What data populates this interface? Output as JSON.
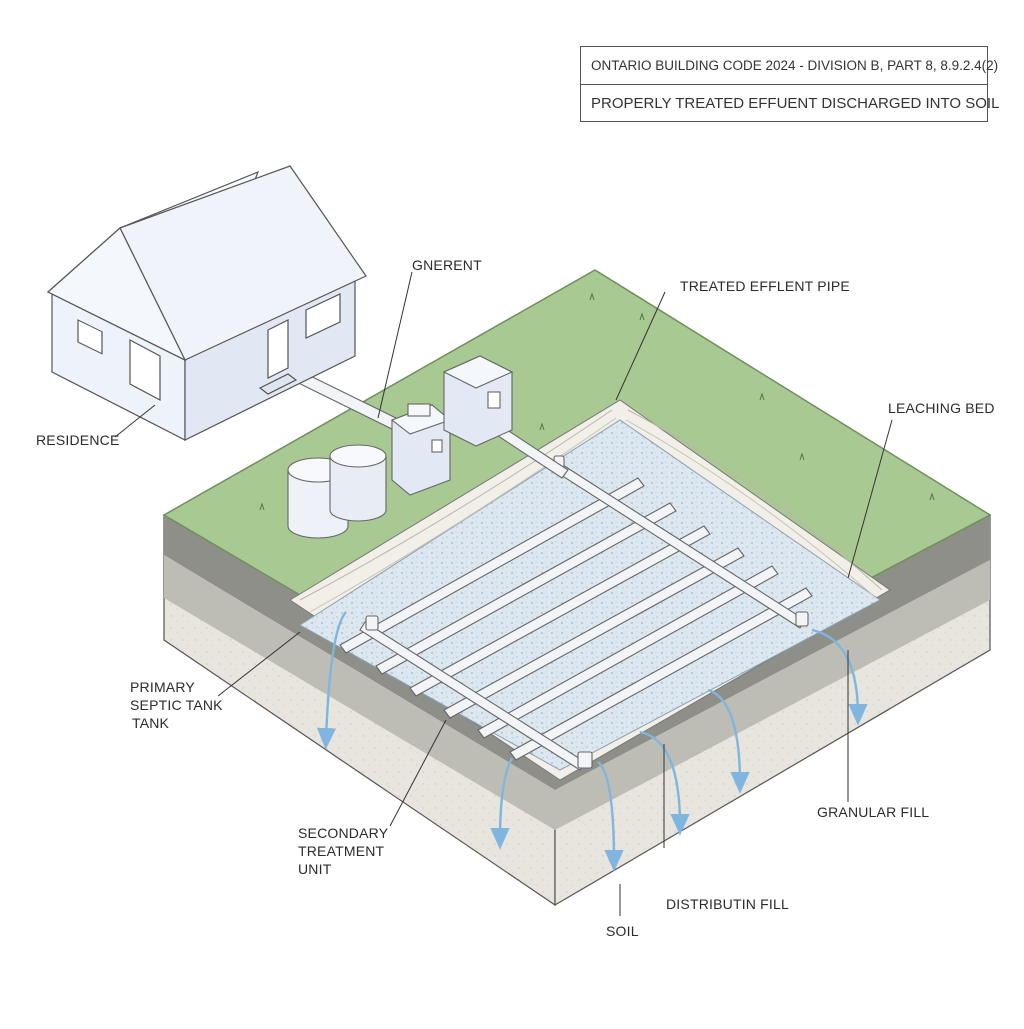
{
  "code_box": {
    "line1": "ONTARIO BUILDING CODE 2024 - DIVISION B, PART 8, 8.9.2.4(2)",
    "line2": "PROPERLY TREATED EFFUENT DISCHARGED INTO SOIL"
  },
  "labels": {
    "residence": "RESIDENCE",
    "gnerent": "GNERENT",
    "treated_pipe": "TREATED EFFLENT PIPE",
    "leaching_bed": "LEACHING BED",
    "primary_tank_line1": "PRIMARY",
    "primary_tank_line2": "SEPTIC TANK",
    "primary_tank_line3": "TANK",
    "secondary_line1": "SECONDARY",
    "secondary_line2": "TREATMENT",
    "secondary_line3": "UNIT",
    "granular_fill": "GRANULAR FILL",
    "distribution_fill": "DISTRIBUTIN FILL",
    "soil": "SOIL"
  },
  "colors": {
    "grass": "#a9c993",
    "grass_edge": "#6f8f5e",
    "gravel": "#dbe6ef",
    "soil_dark": "#8c8c86",
    "soil_mid": "#bdbdb5",
    "soil_light": "#e6e4dc",
    "flow_arrow": "#7fb5de",
    "house_wall": "#eef2fa",
    "pipe": "#f2f4f8"
  }
}
